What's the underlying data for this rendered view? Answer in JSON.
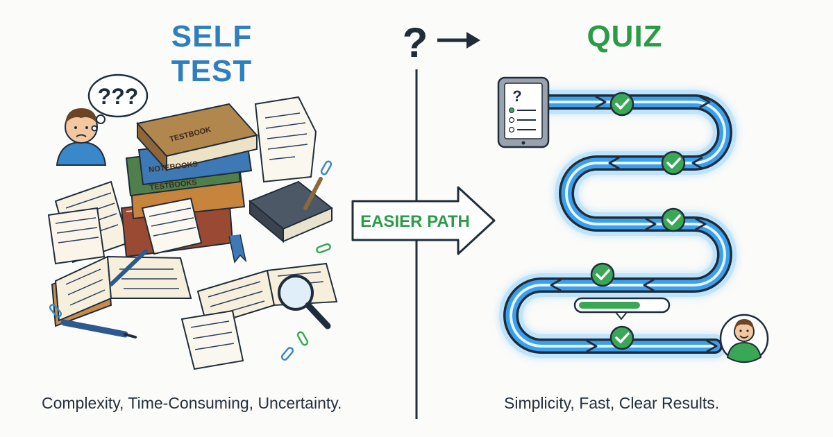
{
  "left": {
    "title": "SELF TEST",
    "caption": "Complexity, Time-Consuming, Uncertainty.",
    "thought_bubble": "???",
    "book_labels": [
      "TESTBOOK",
      "NOTEBOOKS",
      "TESTBOOKS"
    ]
  },
  "right": {
    "title": "QUIZ",
    "caption": "Simplicity, Fast, Clear Results.",
    "tablet_mark": "?"
  },
  "center": {
    "top_symbol": "?",
    "arrow_label": "EASIER PATH"
  },
  "colors": {
    "left_title": "#2f7ec0",
    "right_title": "#2b9b48",
    "path_blue": "#2e8fe0",
    "check_green": "#3aa757"
  }
}
